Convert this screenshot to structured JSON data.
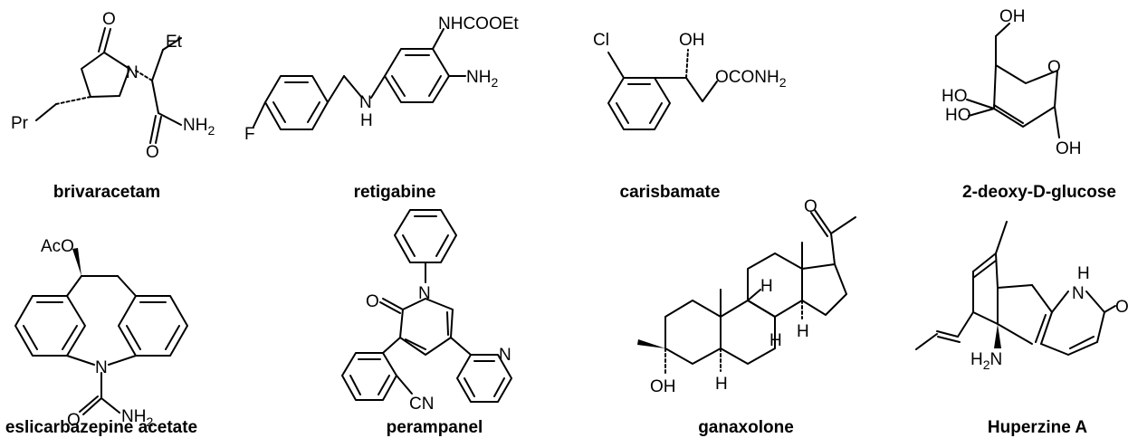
{
  "compounds": [
    {
      "name": "brivaracetam",
      "labels": {
        "o": "O",
        "et": "Et",
        "n": "N",
        "pr": "Pr",
        "o2": "O",
        "nh": "NH",
        "sub2": "2"
      }
    },
    {
      "name": "retigabine",
      "labels": {
        "carb": "NHCOOEt",
        "nh": "NH",
        "sub2": "2",
        "n": "N",
        "h": "H",
        "f": "F"
      }
    },
    {
      "name": "carisbamate",
      "labels": {
        "cl": "Cl",
        "oh": "OH",
        "ocon": "OCONH",
        "sub2": "2"
      }
    },
    {
      "name": "2-deoxy-D-glucose",
      "labels": {
        "oh_top": "OH",
        "o_ring": "O",
        "ho1": "HO",
        "ho2": "HO",
        "oh_bot": "OH"
      }
    },
    {
      "name": "eslicarbazepine acetate",
      "labels": {
        "aco": "AcO",
        "n": "N",
        "o": "O",
        "nh": "NH",
        "sub2": "2"
      }
    },
    {
      "name": "perampanel",
      "labels": {
        "o": "O",
        "n1": "N",
        "n2": "N",
        "cn": "CN"
      }
    },
    {
      "name": "ganaxolone",
      "labels": {
        "o": "O",
        "oh": "OH",
        "h1": "H",
        "h2": "H",
        "h3": "H",
        "h4": "H"
      }
    },
    {
      "name": "Huperzine A",
      "labels": {
        "h": "H",
        "n": "N",
        "o": "O",
        "h2n": "H",
        "sub2": "2",
        "n2": "N"
      }
    }
  ]
}
